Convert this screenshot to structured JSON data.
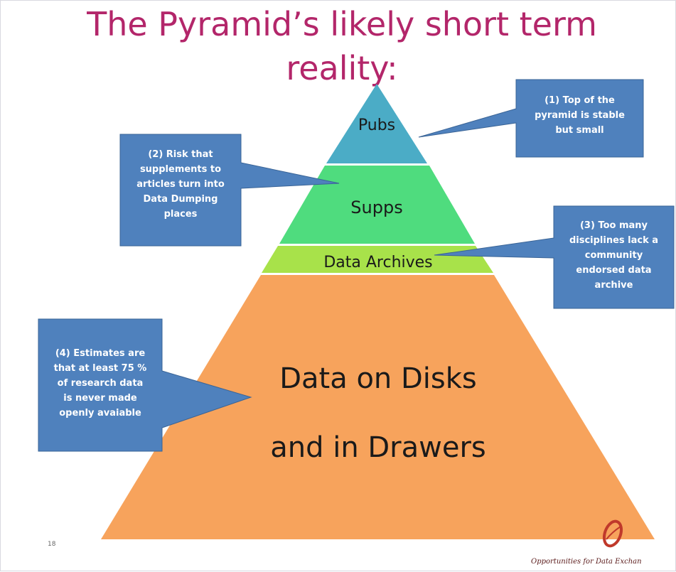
{
  "title_line1": "The Pyramid’s likely short term",
  "title_line2": "reality:",
  "layers": {
    "pubs": "Pubs",
    "supps": "Supps",
    "archives": "Data Archives",
    "disks_line1": "Data on Disks",
    "disks_line2": "and in Drawers"
  },
  "callouts": {
    "c1": [
      "(1) Top of the",
      "pyramid is stable",
      "but small"
    ],
    "c2": [
      "(2) Risk that",
      "supplements to",
      "articles turn into",
      "Data Dumping",
      "places"
    ],
    "c3": [
      "(3) Too many",
      "disciplines lack a",
      "community",
      "endorsed data",
      "archive"
    ],
    "c4": [
      "(4) Estimates are",
      "that at least 75 %",
      "of research data",
      "is never made",
      "openly avaiable"
    ]
  },
  "page_number": "18",
  "org_name": "Opportunities for Data Exchan",
  "colors": {
    "title": "#b3266a",
    "pubs": "#4bacc6",
    "supps": "#4fdc7e",
    "archives": "#a8e24a",
    "disks": "#f7a35c",
    "callout": "#4f81bd",
    "logo": "#c0392b"
  }
}
